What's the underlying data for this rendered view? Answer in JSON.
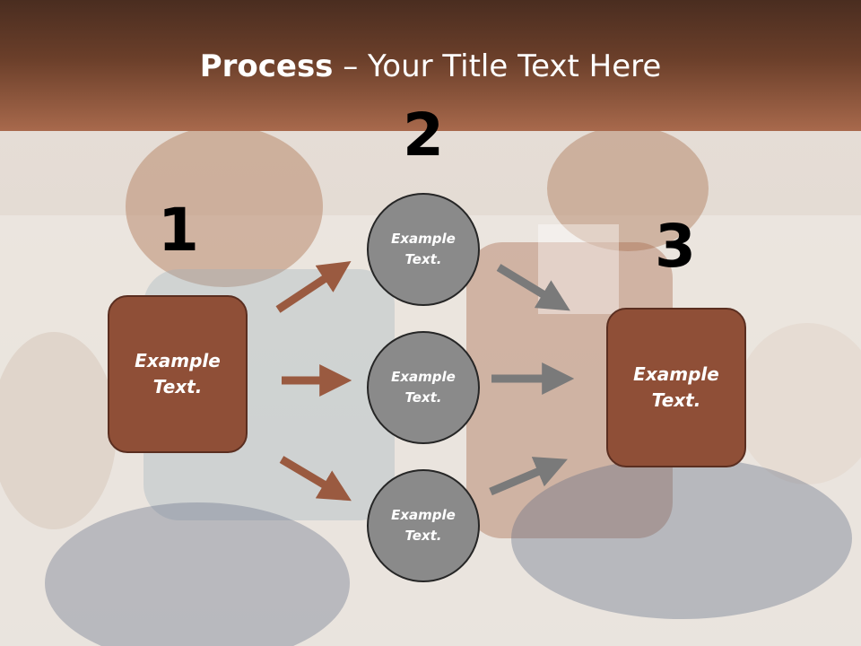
{
  "slide": {
    "title_bold": "Process",
    "title_rest": " – Your Title Text Here"
  },
  "steps": {
    "num_1": "1",
    "num_2": "2",
    "num_3": "3"
  },
  "boxes": {
    "left_line1": "Example",
    "left_line2": "Text.",
    "right_line1": "Example",
    "right_line2": "Text."
  },
  "circles": [
    {
      "line1": "Example",
      "line2": "Text."
    },
    {
      "line1": "Example",
      "line2": "Text."
    },
    {
      "line1": "Example",
      "line2": "Text."
    }
  ],
  "colors": {
    "title_band": "#6b3f2a",
    "box_fill": "#8f4f37",
    "circle_fill": "#8a8a8a",
    "arrow_brown": "#9a5a40",
    "arrow_gray": "#7a7a7a"
  }
}
